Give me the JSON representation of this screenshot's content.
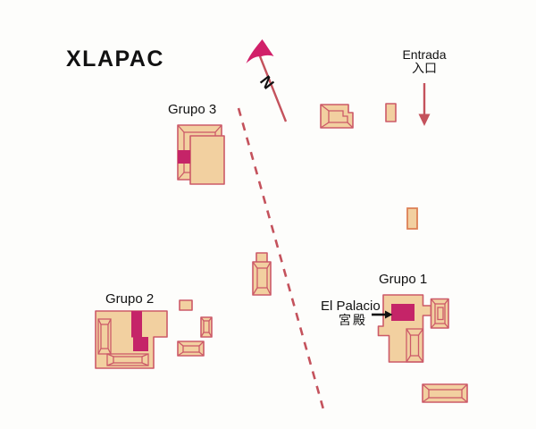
{
  "title": "XLAPAC",
  "labels": {
    "group3": "Grupo 3",
    "group2": "Grupo 2",
    "group1": "Grupo 1",
    "entrance_es": "Entrada",
    "entrance_ja": "入口",
    "palace_es": "El Palacio",
    "palace_ja": "宮殿",
    "north_letter": "N"
  },
  "colors": {
    "background": "#fdfdfb",
    "building_fill": "#f2d0a0",
    "building_border": "#cc5a68",
    "building_border_orange": "#dd8055",
    "magenta": "#c52468",
    "arrow_red": "#c4525c",
    "north_head": "#d12069",
    "text": "#111111"
  }
}
